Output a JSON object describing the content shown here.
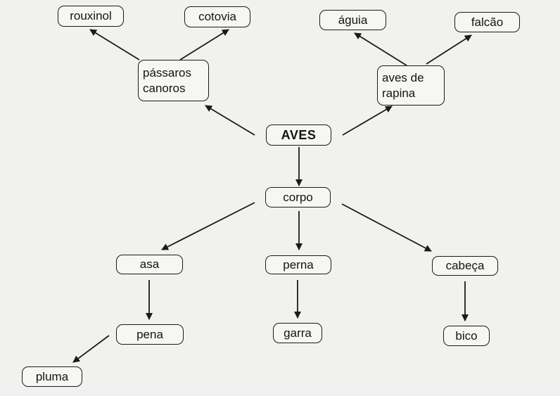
{
  "nodes": {
    "aves": "AVES",
    "passaros_canoros": "pássaros\ncanoros",
    "aves_de_rapina": "aves de\nrapina",
    "rouxinol": "rouxinol",
    "cotovia": "cotovia",
    "aguia": "águia",
    "falcao": "falcão",
    "corpo": "corpo",
    "asa": "asa",
    "perna": "perna",
    "cabeca": "cabeça",
    "pena": "pena",
    "garra": "garra",
    "bico": "bico",
    "pluma": "pluma"
  },
  "edges": [
    {
      "from": "aves",
      "to": "passaros_canoros"
    },
    {
      "from": "aves",
      "to": "aves_de_rapina"
    },
    {
      "from": "passaros_canoros",
      "to": "rouxinol"
    },
    {
      "from": "passaros_canoros",
      "to": "cotovia"
    },
    {
      "from": "aves_de_rapina",
      "to": "aguia"
    },
    {
      "from": "aves_de_rapina",
      "to": "falcao"
    },
    {
      "from": "aves",
      "to": "corpo"
    },
    {
      "from": "corpo",
      "to": "asa"
    },
    {
      "from": "corpo",
      "to": "perna"
    },
    {
      "from": "corpo",
      "to": "cabeca"
    },
    {
      "from": "asa",
      "to": "pena"
    },
    {
      "from": "perna",
      "to": "garra"
    },
    {
      "from": "cabeca",
      "to": "bico"
    },
    {
      "from": "pena",
      "to": "pluma"
    }
  ],
  "colors": {
    "line": "#1a1a1a",
    "box_border": "#1a1a1a",
    "background": "#f1f1ef"
  }
}
